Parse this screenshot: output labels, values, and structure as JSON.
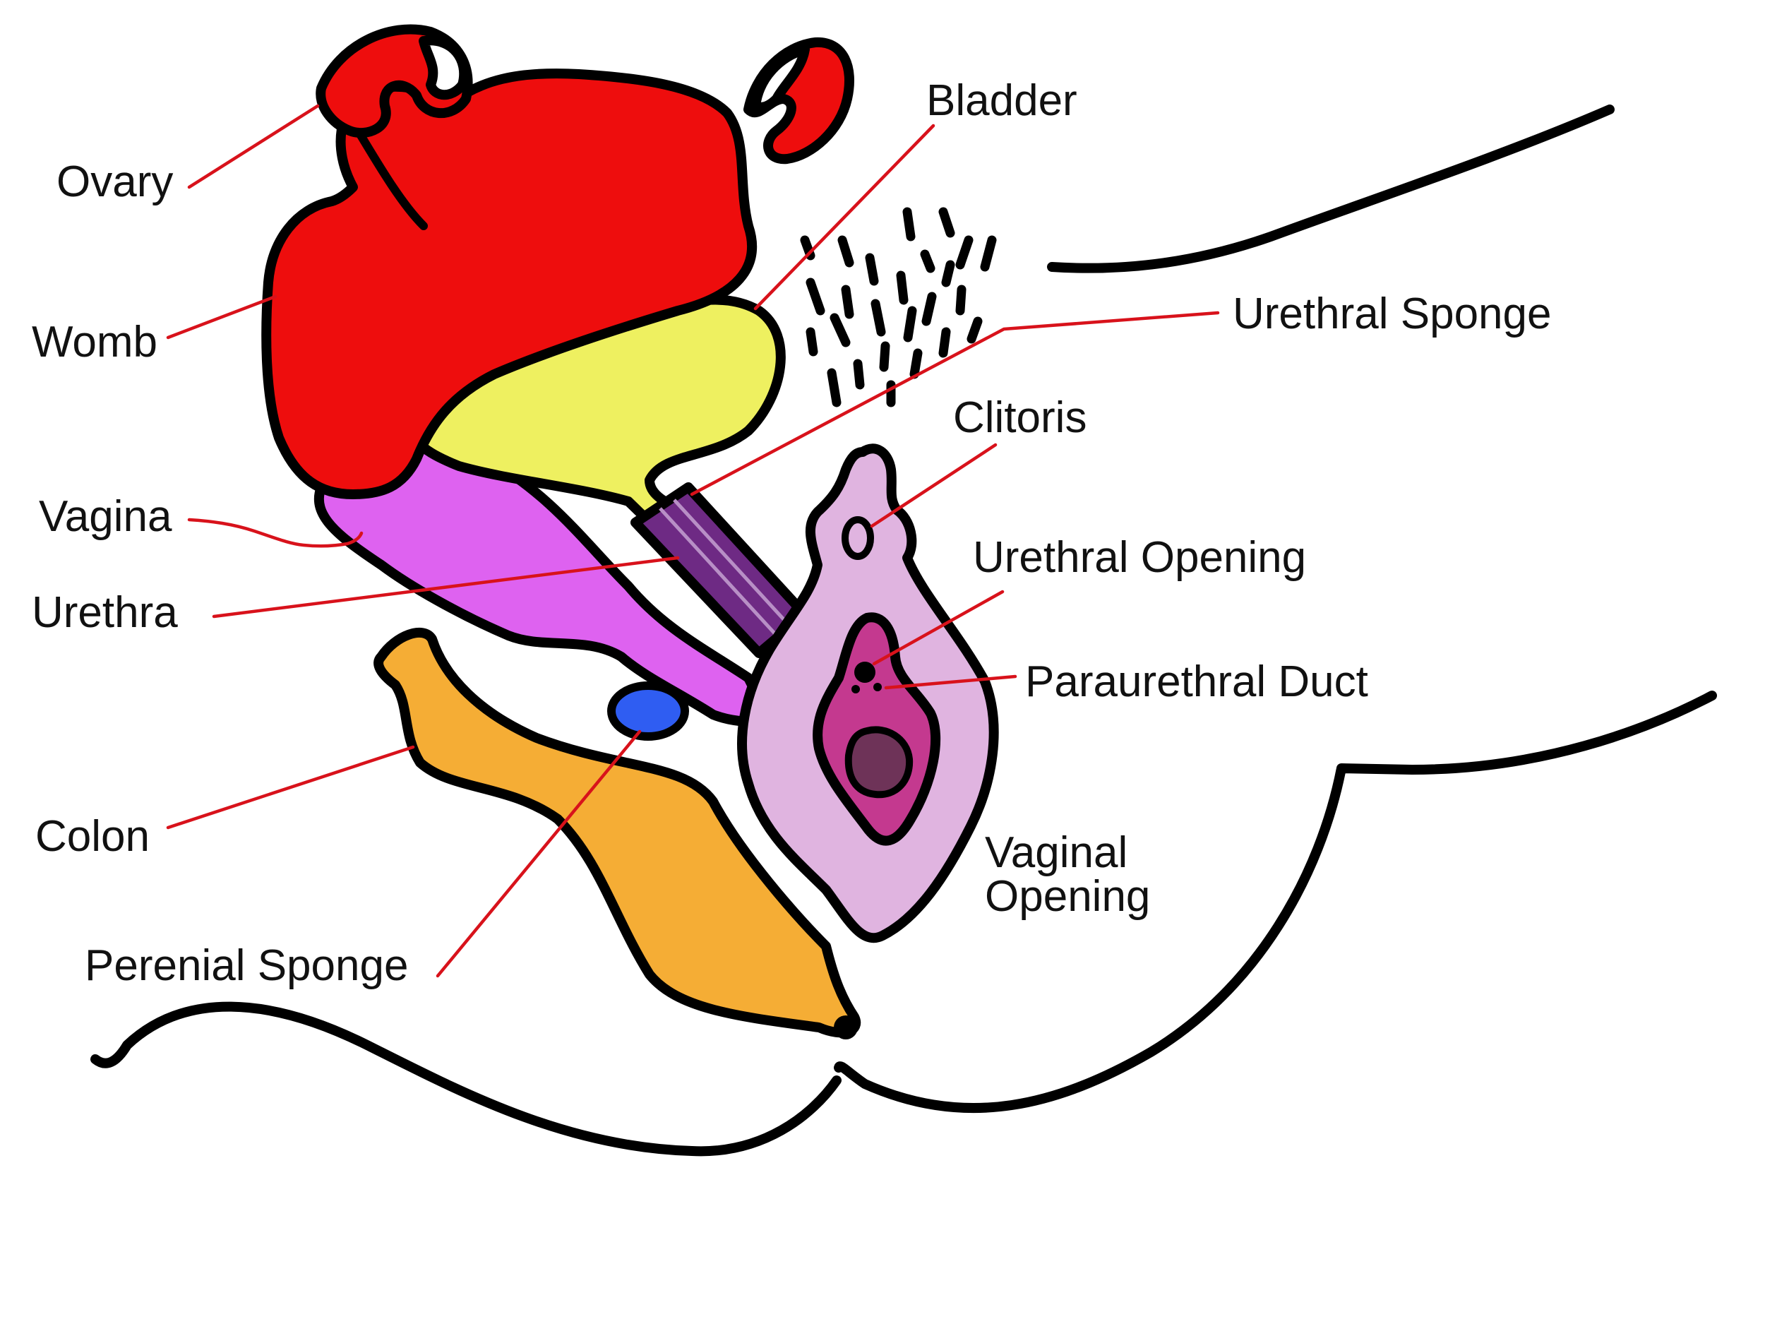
{
  "labels": {
    "ovary": "Ovary",
    "womb": "Womb",
    "vagina": "Vagina",
    "urethra": "Urethra",
    "colon": "Colon",
    "perenial_sponge": "Perenial Sponge",
    "bladder": "Bladder",
    "urethral_sponge": "Urethral Sponge",
    "clitoris": "Clitoris",
    "urethral_opening": "Urethral Opening",
    "paraurethral_duct": "Paraurethral Duct",
    "vaginal_opening_line1": "Vaginal",
    "vaginal_opening_line2": "Opening"
  },
  "colors": {
    "womb": "#ee0d0d",
    "bladder": "#eef060",
    "vagina": "#de62f0",
    "urethral_sponge": "#6e2a84",
    "colon": "#f5ad35",
    "perenial_sponge": "#2f5df2",
    "vulva": "#e0b4e0",
    "vaginal_opening_outer": "#c4398f",
    "vaginal_opening_inner": "#6e3358",
    "leader": "#d8121b"
  }
}
